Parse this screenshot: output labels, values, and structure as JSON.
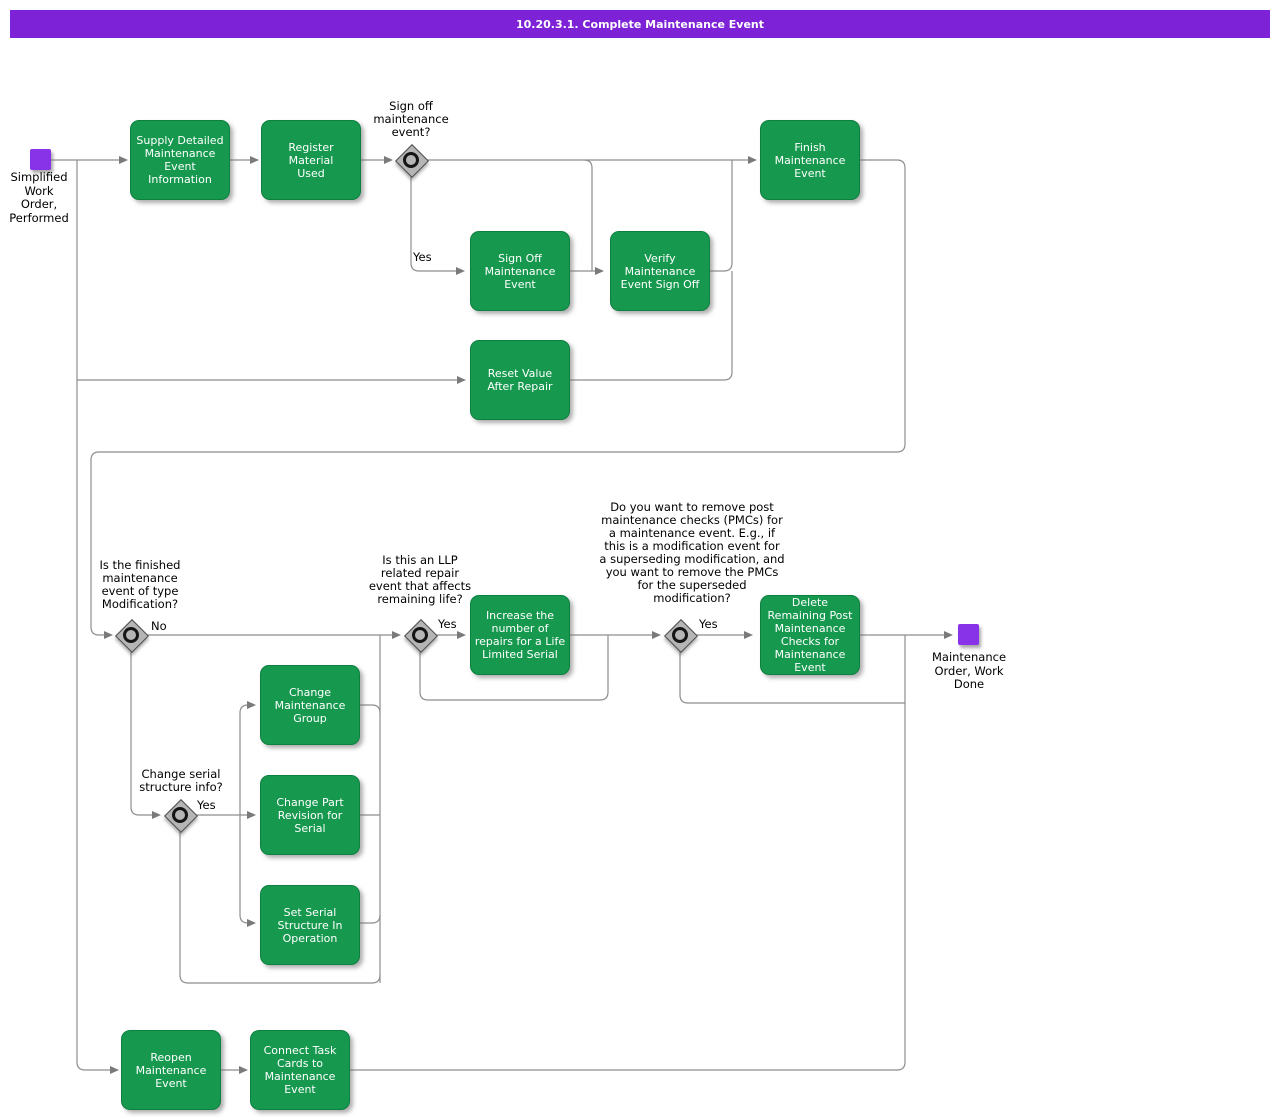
{
  "header": {
    "title": "10.20.3.1. Complete Maintenance Event"
  },
  "colors": {
    "header_purple": "#7d22d6",
    "event_purple": "#8833e8",
    "activity_green": "#16994e",
    "line_gray": "#8e8e8e",
    "gateway_gray": "#b5b5b5"
  },
  "events": {
    "start": {
      "label": "Simplified\nWork\nOrder,\nPerformed"
    },
    "end": {
      "label": "Maintenance\nOrder, Work\nDone"
    }
  },
  "activities": {
    "supply": {
      "label": "Supply Detailed\nMaintenance\nEvent\nInformation"
    },
    "register": {
      "label": "Register\nMaterial\nUsed"
    },
    "sign_off": {
      "label": "Sign Off\nMaintenance\nEvent"
    },
    "verify": {
      "label": "Verify\nMaintenance\nEvent Sign Off"
    },
    "finish": {
      "label": "Finish\nMaintenance\nEvent"
    },
    "reset": {
      "label": "Reset Value\nAfter Repair"
    },
    "increase": {
      "label": "Increase the\nnumber of\nrepairs for a Life\nLimited Serial"
    },
    "delete": {
      "label": "Delete\nRemaining Post\nMaintenance\nChecks for\nMaintenance\nEvent"
    },
    "change_group": {
      "label": "Change\nMaintenance\nGroup"
    },
    "change_part": {
      "label": "Change Part\nRevision for\nSerial"
    },
    "set_serial": {
      "label": "Set Serial\nStructure In\nOperation"
    },
    "reopen": {
      "label": "Reopen\nMaintenance\nEvent"
    },
    "connect": {
      "label": "Connect Task\nCards to\nMaintenance\nEvent"
    }
  },
  "gateways": {
    "sign_off_q": {
      "question": "Sign off\nmaintenance\nevent?",
      "branch": "Yes"
    },
    "modification_q": {
      "question": "Is the finished\nmaintenance\nevent of type\nModification?",
      "branch": "No"
    },
    "serial_q": {
      "question": "Change serial\nstructure info?",
      "branch": "Yes"
    },
    "llp_q": {
      "question": "Is this an LLP\nrelated repair\nevent that affects\nremaining life?",
      "branch": "Yes"
    },
    "pmc_q": {
      "question": "Do you want to remove post\nmaintenance checks (PMCs) for\na maintenance event. E.g., if\nthis is a modification event for\na superseding modification, and\nyou want to remove the PMCs\nfor the superseded\nmodification?",
      "branch": "Yes"
    }
  }
}
